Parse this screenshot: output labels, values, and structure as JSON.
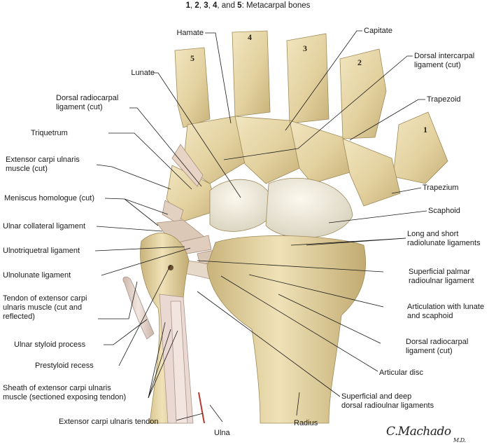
{
  "title": {
    "n1": "1",
    "sep1": ", ",
    "n2": "2",
    "sep2": ", ",
    "n3": "3",
    "sep3": ", ",
    "n4": "4",
    "sep4": ", and ",
    "n5": "5",
    "rest": ": Metacarpal bones"
  },
  "bone_numbers": [
    "1",
    "2",
    "3",
    "4",
    "5"
  ],
  "labels_left": [
    "Hamate",
    "Lunate",
    "Dorsal radiocarpal\nligament (cut)",
    "Triquetrum",
    "Extensor carpi ulnaris\nmuscle (cut)",
    "Meniscus homologue (cut)",
    "Ulnar collateral ligament",
    "Ulnotriquetral ligament",
    "Ulnolunate ligament",
    "Tendon of extensor carpi\nulnaris muscle (cut and\nreflected)",
    "Ulnar styloid process",
    "Prestyloid recess",
    "Sheath of extensor carpi ulnaris\nmuscle (sectioned exposing tendon)",
    "Extensor carpi ulnaris tendon"
  ],
  "labels_right": [
    "Capitate",
    "Dorsal intercarpal\nligament (cut)",
    "Trapezoid",
    "Trapezium",
    "Scaphoid",
    "Long and short\nradiolunate ligaments",
    "Superficial palmar\nradioulnar ligament",
    "Articulation with lunate\nand scaphoid",
    "Dorsal radiocarpal\nligament (cut)",
    "Articular disc",
    "Superficial and deep\ndorsal radioulnar ligaments"
  ],
  "labels_bottom": [
    "Ulna",
    "Radius"
  ],
  "signature": {
    "name": "C.Machado",
    "suffix": "M.D."
  },
  "colors": {
    "bone": "#e6d7a8",
    "bone_shadow": "#b9a46e",
    "cartilage": "#eeeadb",
    "ligament": "#d9c7b4",
    "tendon": "#e5d6d0",
    "leader": "#1a1a1a"
  }
}
